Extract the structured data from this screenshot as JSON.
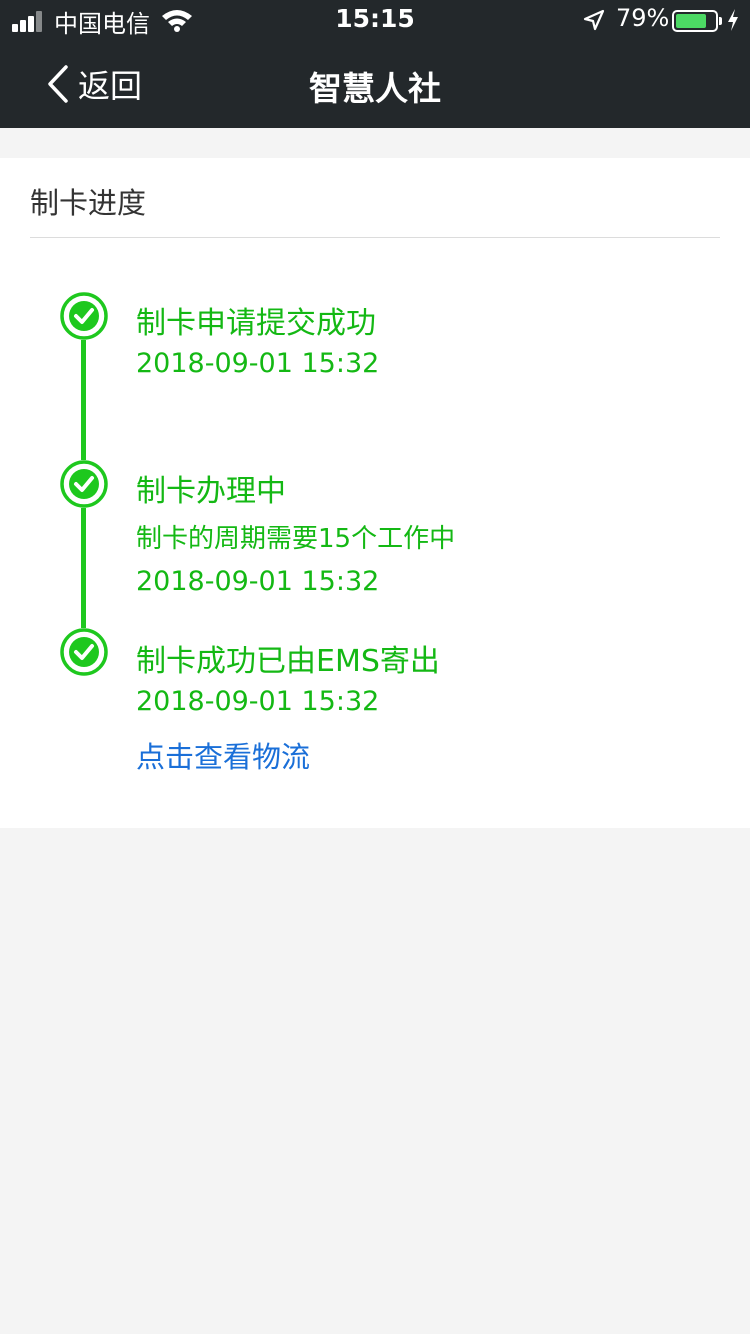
{
  "status_bar": {
    "carrier": "中国电信",
    "time": "15:15",
    "battery": "79%",
    "battery_level": 0.79,
    "icons": [
      "signal-icon",
      "wifi-icon",
      "location-arrow-icon",
      "battery-icon",
      "charging-bolt-icon"
    ]
  },
  "nav": {
    "back_label": "返回",
    "title": "智慧人社"
  },
  "section": {
    "title": "制卡进度"
  },
  "steps": [
    {
      "title": "制卡申请提交成功",
      "time": "2018-09-01 15:32"
    },
    {
      "title": "制卡办理中",
      "note": "制卡的周期需要15个工作中",
      "time": "2018-09-01 15:32"
    },
    {
      "title": "制卡成功已由EMS寄出",
      "time": "2018-09-01 15:32",
      "link": "点击查看物流"
    }
  ],
  "colors": {
    "header_bg": "#23282b",
    "progress_green": "#1ec81e",
    "link_blue": "#1a6fd8",
    "page_bg": "#f4f4f4"
  }
}
